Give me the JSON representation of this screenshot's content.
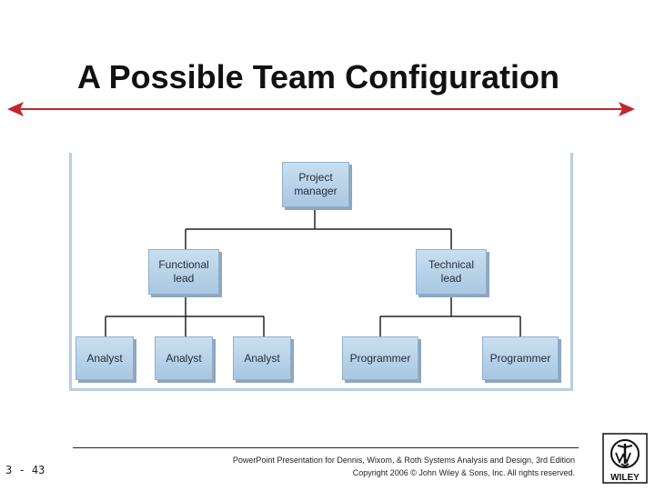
{
  "slide": {
    "title": "A Possible Team Configuration",
    "number": "3 - 43"
  },
  "diagram": {
    "nodes": {
      "project_manager": "Project manager",
      "functional_lead": "Functional lead",
      "technical_lead": "Technical lead",
      "analyst_1": "Analyst",
      "analyst_2": "Analyst",
      "analyst_3": "Analyst",
      "programmer_1": "Programmer",
      "programmer_2": "Programmer"
    }
  },
  "footer": {
    "line1": "PowerPoint Presentation for Dennis, Wixom, & Roth Systems Analysis and Design, 3rd Edition",
    "line2": "Copyright 2006 © John Wiley & Sons, Inc. All rights reserved.",
    "publisher": "WILEY"
  },
  "colors": {
    "accent_red": "#c0262d",
    "node_fill": "#b7d2ea",
    "frame": "#b9cfe1"
  }
}
